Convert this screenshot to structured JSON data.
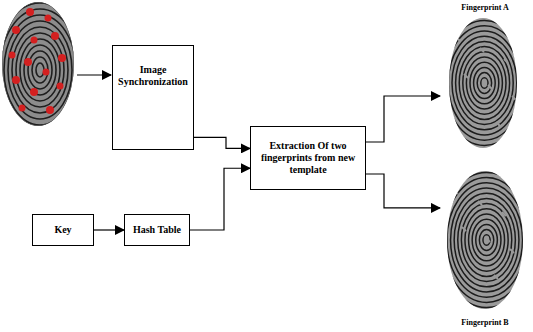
{
  "diagram": {
    "nodes": [
      {
        "text": [
          "Image Synchronization"
        ]
      },
      {
        "text": [
          "Key"
        ]
      },
      {
        "text": [
          "Hash Table"
        ]
      },
      {
        "text": [
          "Extraction Of two fingerprints from new template"
        ]
      },
      {
        "text": [
          "Fingerprint A"
        ]
      },
      {
        "text": [
          "Fingerprint B"
        ]
      }
    ],
    "edges": [
      {
        "from": 1,
        "to": 2,
        "arrow": "to"
      },
      {
        "from": 0,
        "to": 3,
        "arrow": "to"
      },
      {
        "from": 2,
        "to": 3,
        "arrow": "to"
      },
      {
        "from": 3,
        "to": 4,
        "arrow": "to"
      },
      {
        "from": 3,
        "to": 5,
        "arrow": "to"
      }
    ]
  }
}
